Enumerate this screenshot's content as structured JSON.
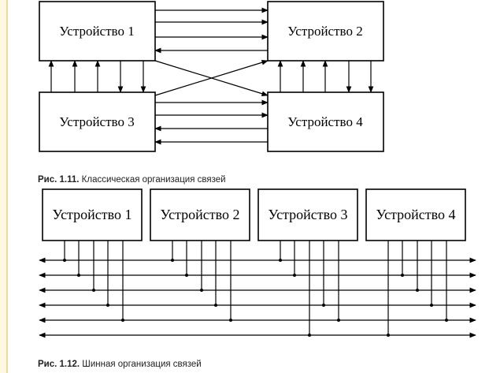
{
  "figure1": {
    "devices": [
      "Устройство 1",
      "Устройство 2",
      "Устройство 3",
      "Устройство 4"
    ],
    "caption_num": "Рис. 1.11.",
    "caption_text": " Классическая организация связей"
  },
  "figure2": {
    "devices": [
      "Устройство 1",
      "Устройство 2",
      "Устройство 3",
      "Устройство 4"
    ],
    "caption_num": "Рис. 1.12.",
    "caption_text": " Шинная организация связей"
  }
}
